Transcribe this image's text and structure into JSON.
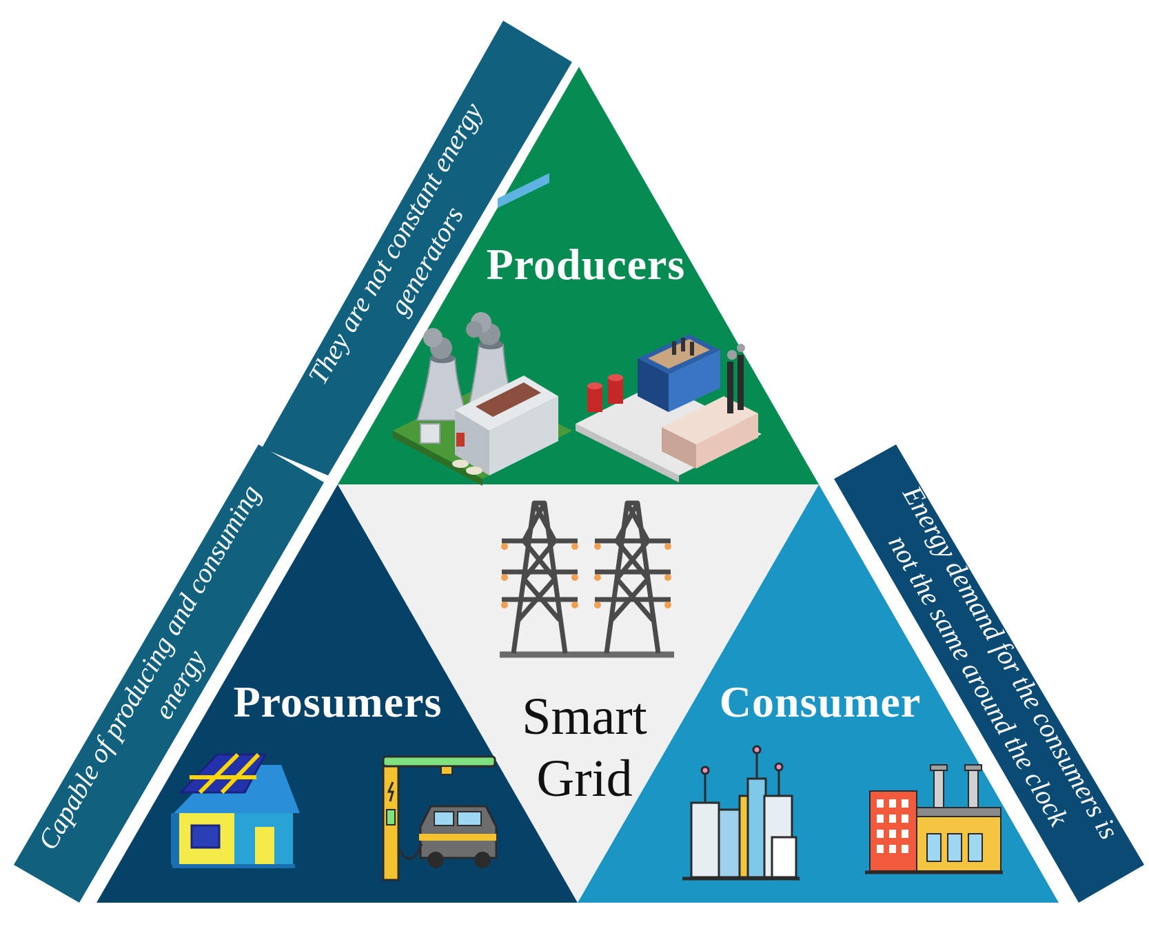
{
  "diagram": {
    "producers": {
      "title": "Producers",
      "note_line1": "They are not constant energy",
      "note_line2": "generators"
    },
    "prosumers": {
      "title": "Prosumers",
      "note_line1": "Capable of producing and consuming",
      "note_line2": "energy"
    },
    "consumer": {
      "title": "Consumer",
      "note_line1": "Energy demand for the consumers is",
      "note_line2": "not the same around the clock"
    },
    "center": {
      "line1": "Smart",
      "line2": "Grid"
    }
  },
  "colors": {
    "producers": "#068c52",
    "prosumers": "#064168",
    "consumer": "#1a95c4",
    "center": "#f0f0f0",
    "band_left": "#11607e",
    "band_right": "#0a4a73"
  },
  "icons": [
    "power-plant-icon",
    "factory-icon",
    "transmission-tower-icon",
    "solar-house-icon",
    "ev-charging-icon",
    "city-buildings-icon",
    "industrial-building-icon"
  ]
}
